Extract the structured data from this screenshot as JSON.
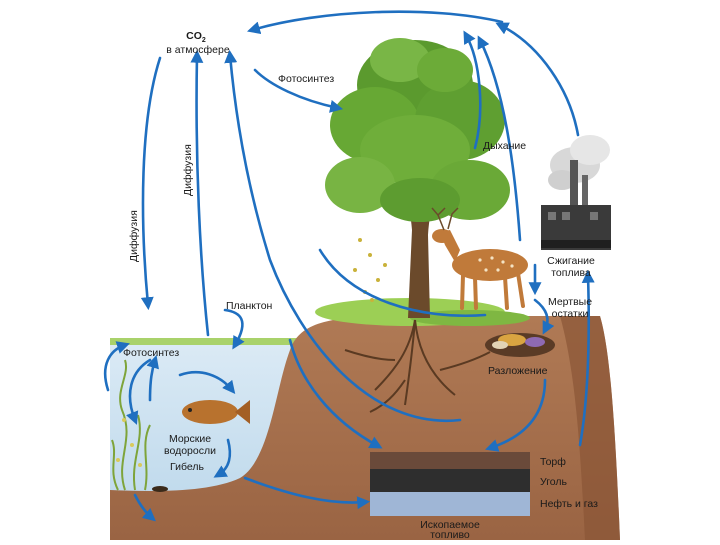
{
  "labels": {
    "co2": "CO",
    "co2_sub": "2",
    "atmosphere": "в атмосфере",
    "photosynthesis_top": "Фотосинтез",
    "diffusion_left": "Диффузия",
    "diffusion_mid": "Диффузия",
    "respiration": "Дыхание",
    "burning_line1": "Сжигание",
    "burning_line2": "топлива",
    "dead_remains_line1": "Мертвые",
    "dead_remains_line2": "остатки",
    "plankton": "Планктон",
    "photosynthesis_water": "Фотосинтез",
    "decomposition": "Разложение",
    "seaweed_line1": "Морские",
    "seaweed_line2": "водоросли",
    "death": "Гибель",
    "peat": "Торф",
    "coal": "Уголь",
    "oil_gas": "Нефть и газ",
    "fossil_line1": "Ископаемое",
    "fossil_line2": "топливо"
  },
  "colors": {
    "arrow": "#1f6fc0",
    "soil": "#a9724f",
    "soil_dark": "#8a5636",
    "water": "#cfe3f1",
    "grass": "#8fc23f",
    "foliage": "#5b9a2e",
    "trunk": "#6b4a2b",
    "peat": "#6a4a3a",
    "coal": "#2e2e2e",
    "oil": "#9fb6d6"
  }
}
